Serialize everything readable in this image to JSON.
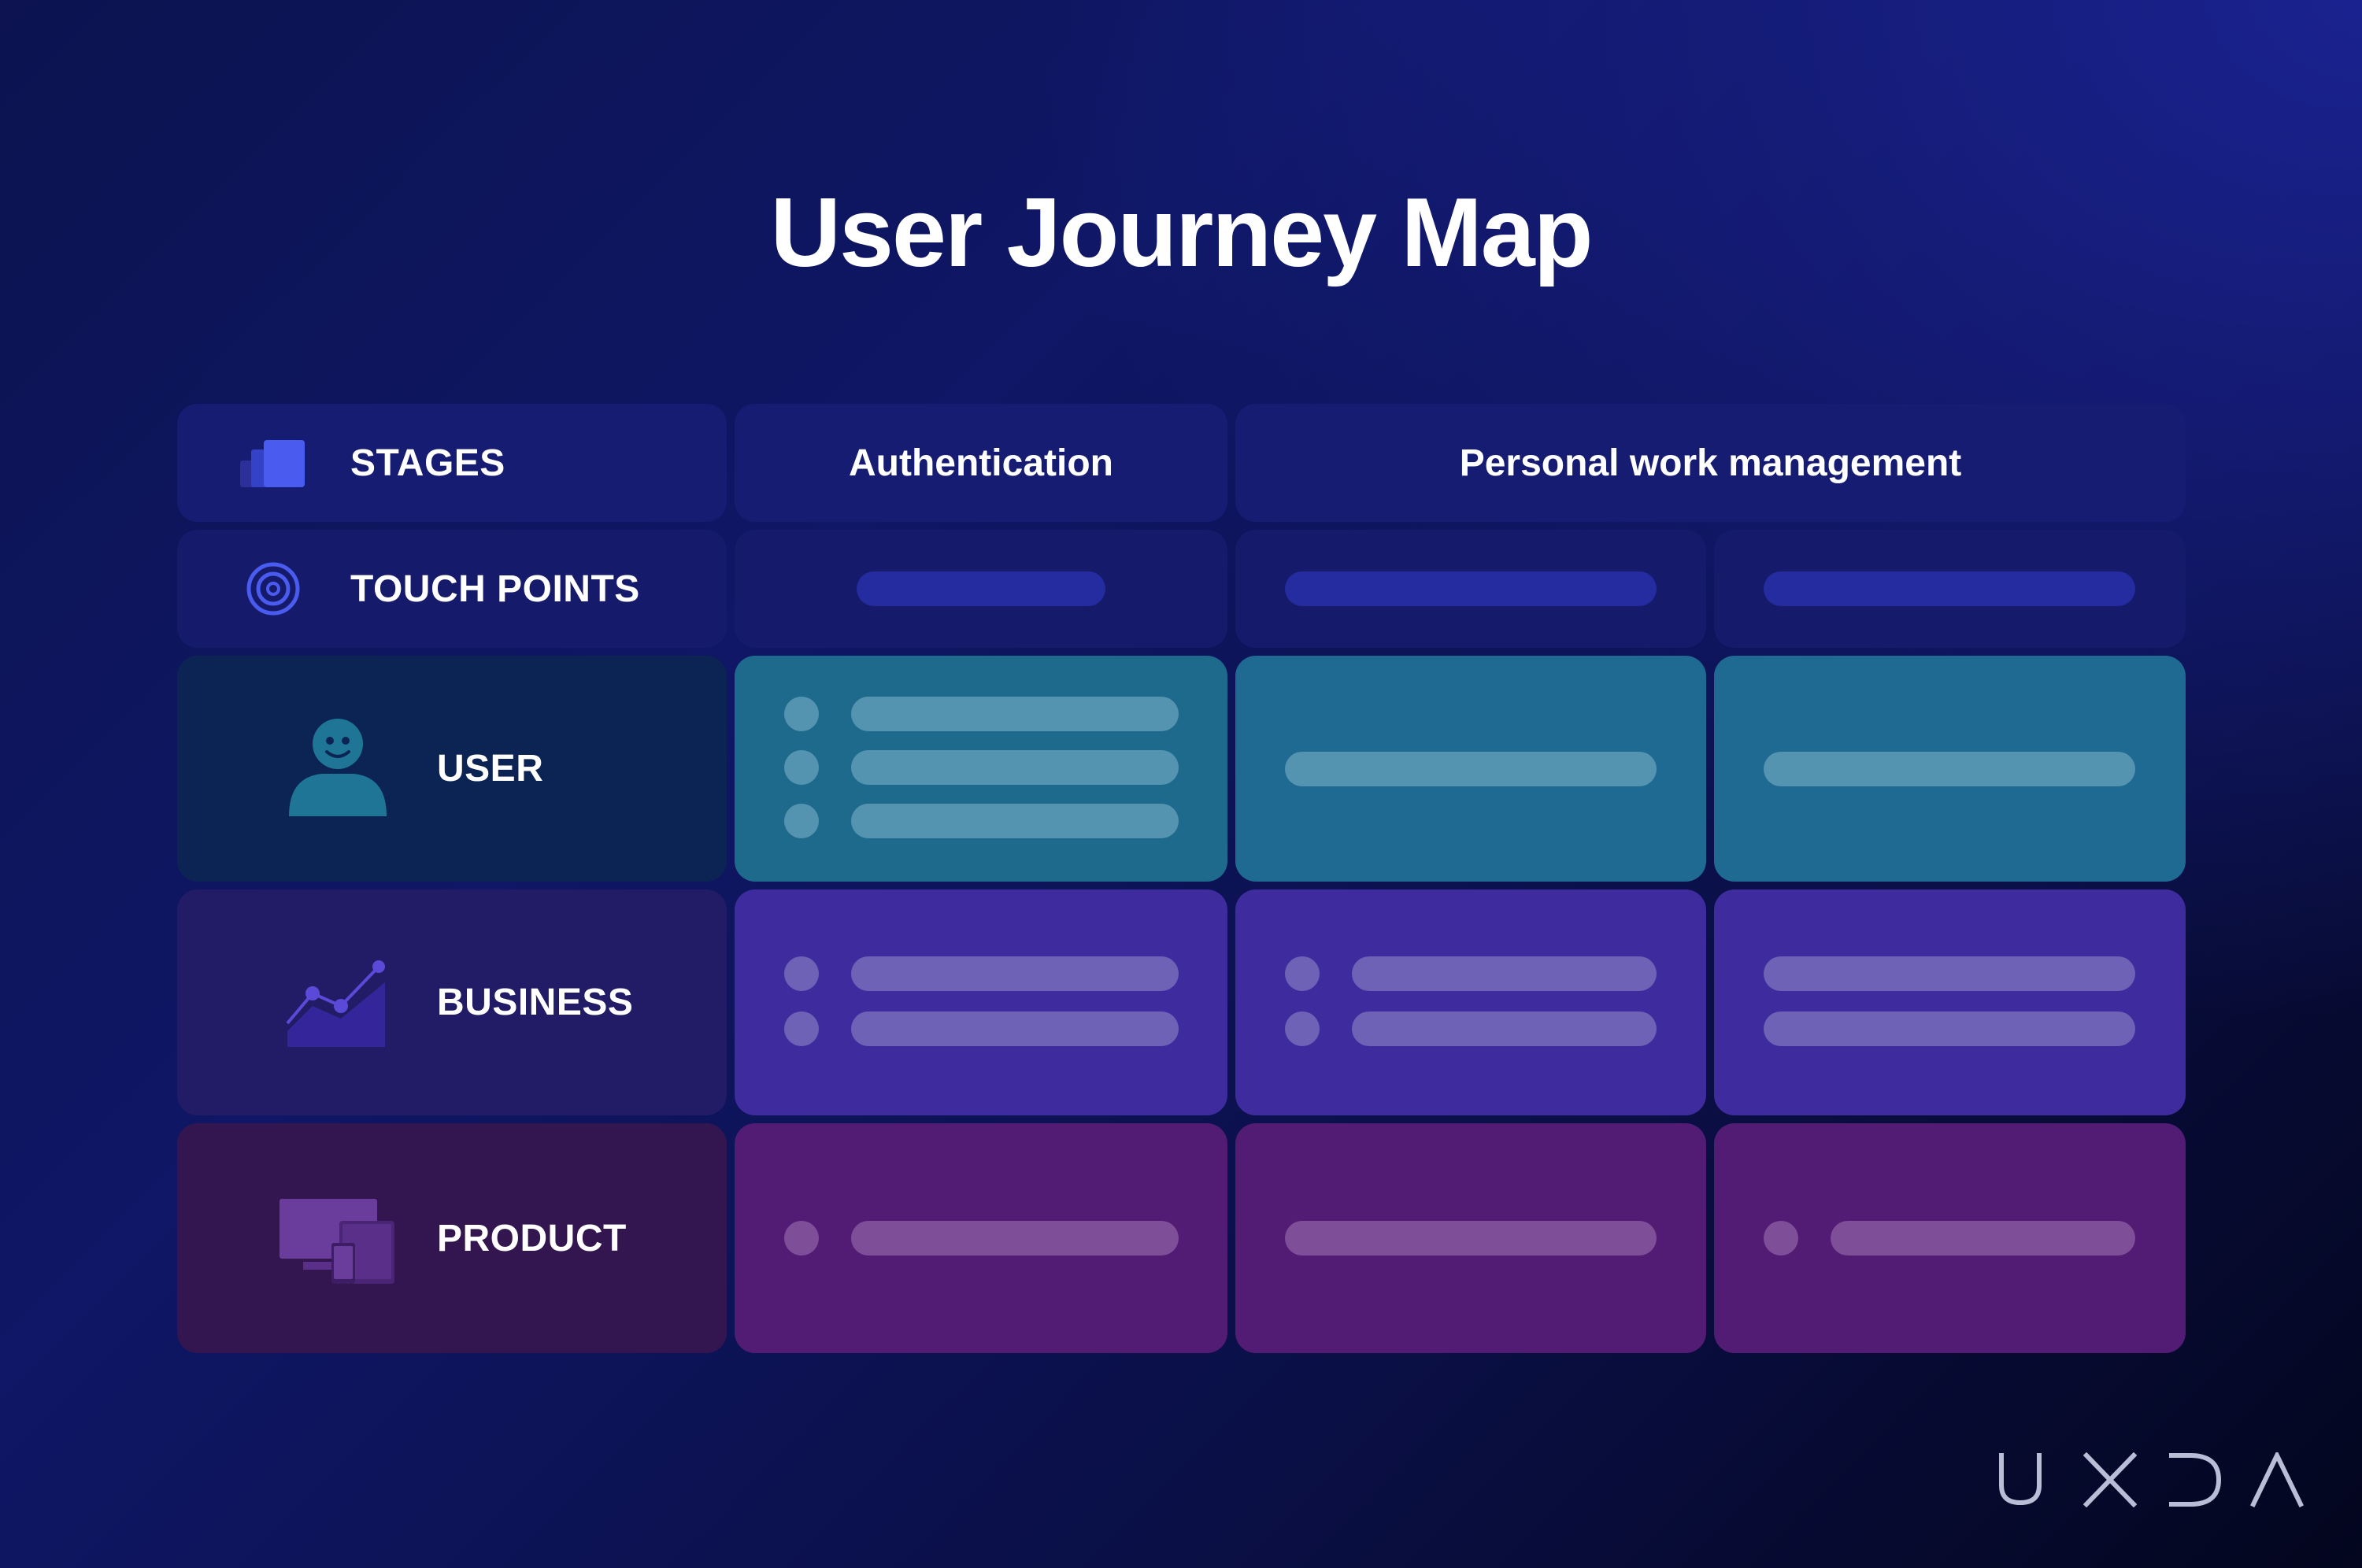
{
  "title": "User Journey Map",
  "header": {
    "stages_label": "STAGES",
    "stages": [
      "Authentication",
      "Personal work management"
    ]
  },
  "rows": {
    "touch_points": "TOUCH POINTS",
    "user": "USER",
    "business": "BUSINESS",
    "product": "PRODUCT"
  },
  "colors": {
    "user_row": "#1e6a93",
    "business_row": "#3e2c9e",
    "product_row": "#521c74",
    "accent": "#4a5cf0"
  },
  "brand": {
    "logo_text": "UXDA"
  }
}
